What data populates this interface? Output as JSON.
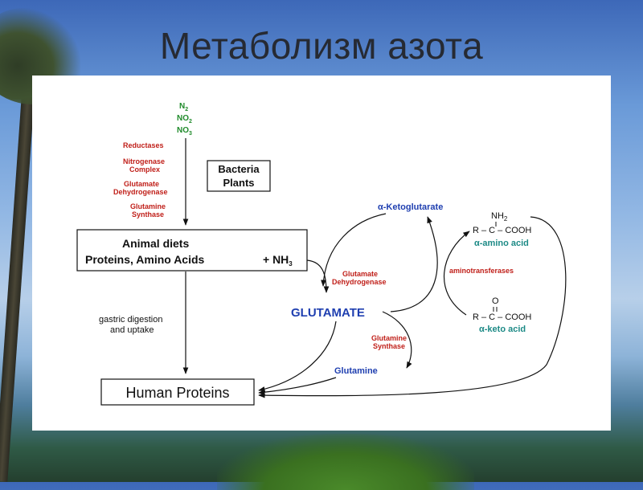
{
  "slide": {
    "title": "Метаболизм азота"
  },
  "nitrogen_sources": {
    "n2": "N",
    "n2_sub": "2",
    "no2": "NO",
    "no2_sub": "2",
    "no3": "NO",
    "no3_sub": "3"
  },
  "enzymes_left": {
    "reductases": "Reductases",
    "nitrogenase_line1": "Nitrogenase",
    "nitrogenase_line2": "Complex",
    "gdh_line1": "Glutamate",
    "gdh_line2": "Dehydrogenase",
    "gs_line1": "Glutamine",
    "gs_line2": "Synthase"
  },
  "organisms_box": {
    "line1": "Bacteria",
    "line2": "Plants"
  },
  "diet_box": {
    "line1": "Animal diets",
    "line2": "Proteins, Amino Acids",
    "plus_nh": "+ NH",
    "nh_sub": "3"
  },
  "digestion": {
    "line1": "gastric digestion",
    "line2": "and uptake"
  },
  "human_proteins": "Human Proteins",
  "center": {
    "gdh_line1": "Glutamate",
    "gdh_line2": "Dehydrogenase",
    "glutamate": "GLUTAMATE",
    "gs_line1": "Glutamine",
    "gs_line2": "Synthase",
    "glutamine": "Glutamine",
    "alpha_ketoglutarate": "α-Ketoglutarate"
  },
  "right": {
    "nh2": "NH",
    "nh2_sub": "2",
    "amino_formula": "R – C – COOH",
    "amino_label": "α-amino acid",
    "aminotransferases": "aminotransferases",
    "keto_o": "O",
    "keto_formula": "R – C – COOH",
    "keto_label": "α-keto acid"
  },
  "colors": {
    "green": "#1f8a2a",
    "red": "#c0201a",
    "blue": "#1f3fb0",
    "teal": "#1d8a86"
  }
}
